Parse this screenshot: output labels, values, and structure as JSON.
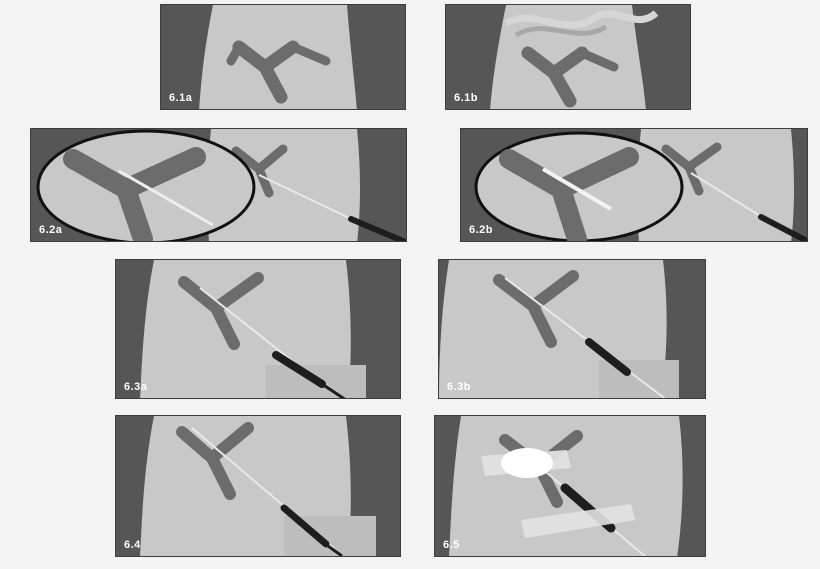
{
  "figure": {
    "panels": [
      {
        "id": "p-1a",
        "label": "6.1a"
      },
      {
        "id": "p-1b",
        "label": "6.1b"
      },
      {
        "id": "p-2a",
        "label": "6.2a"
      },
      {
        "id": "p-2b",
        "label": "6.2b"
      },
      {
        "id": "p-3a",
        "label": "6.3a"
      },
      {
        "id": "p-3b",
        "label": "6.3b"
      },
      {
        "id": "p-4",
        "label": "6.4"
      },
      {
        "id": "p-5",
        "label": "6.5"
      }
    ]
  },
  "colors": {
    "background": "#565656",
    "body": "#c8c8c8",
    "vessel": "#707070",
    "catheter": "#e8e8e8",
    "device": "#1e1e1e",
    "tape": "#e2e2e2",
    "inset_border": "#111111"
  }
}
